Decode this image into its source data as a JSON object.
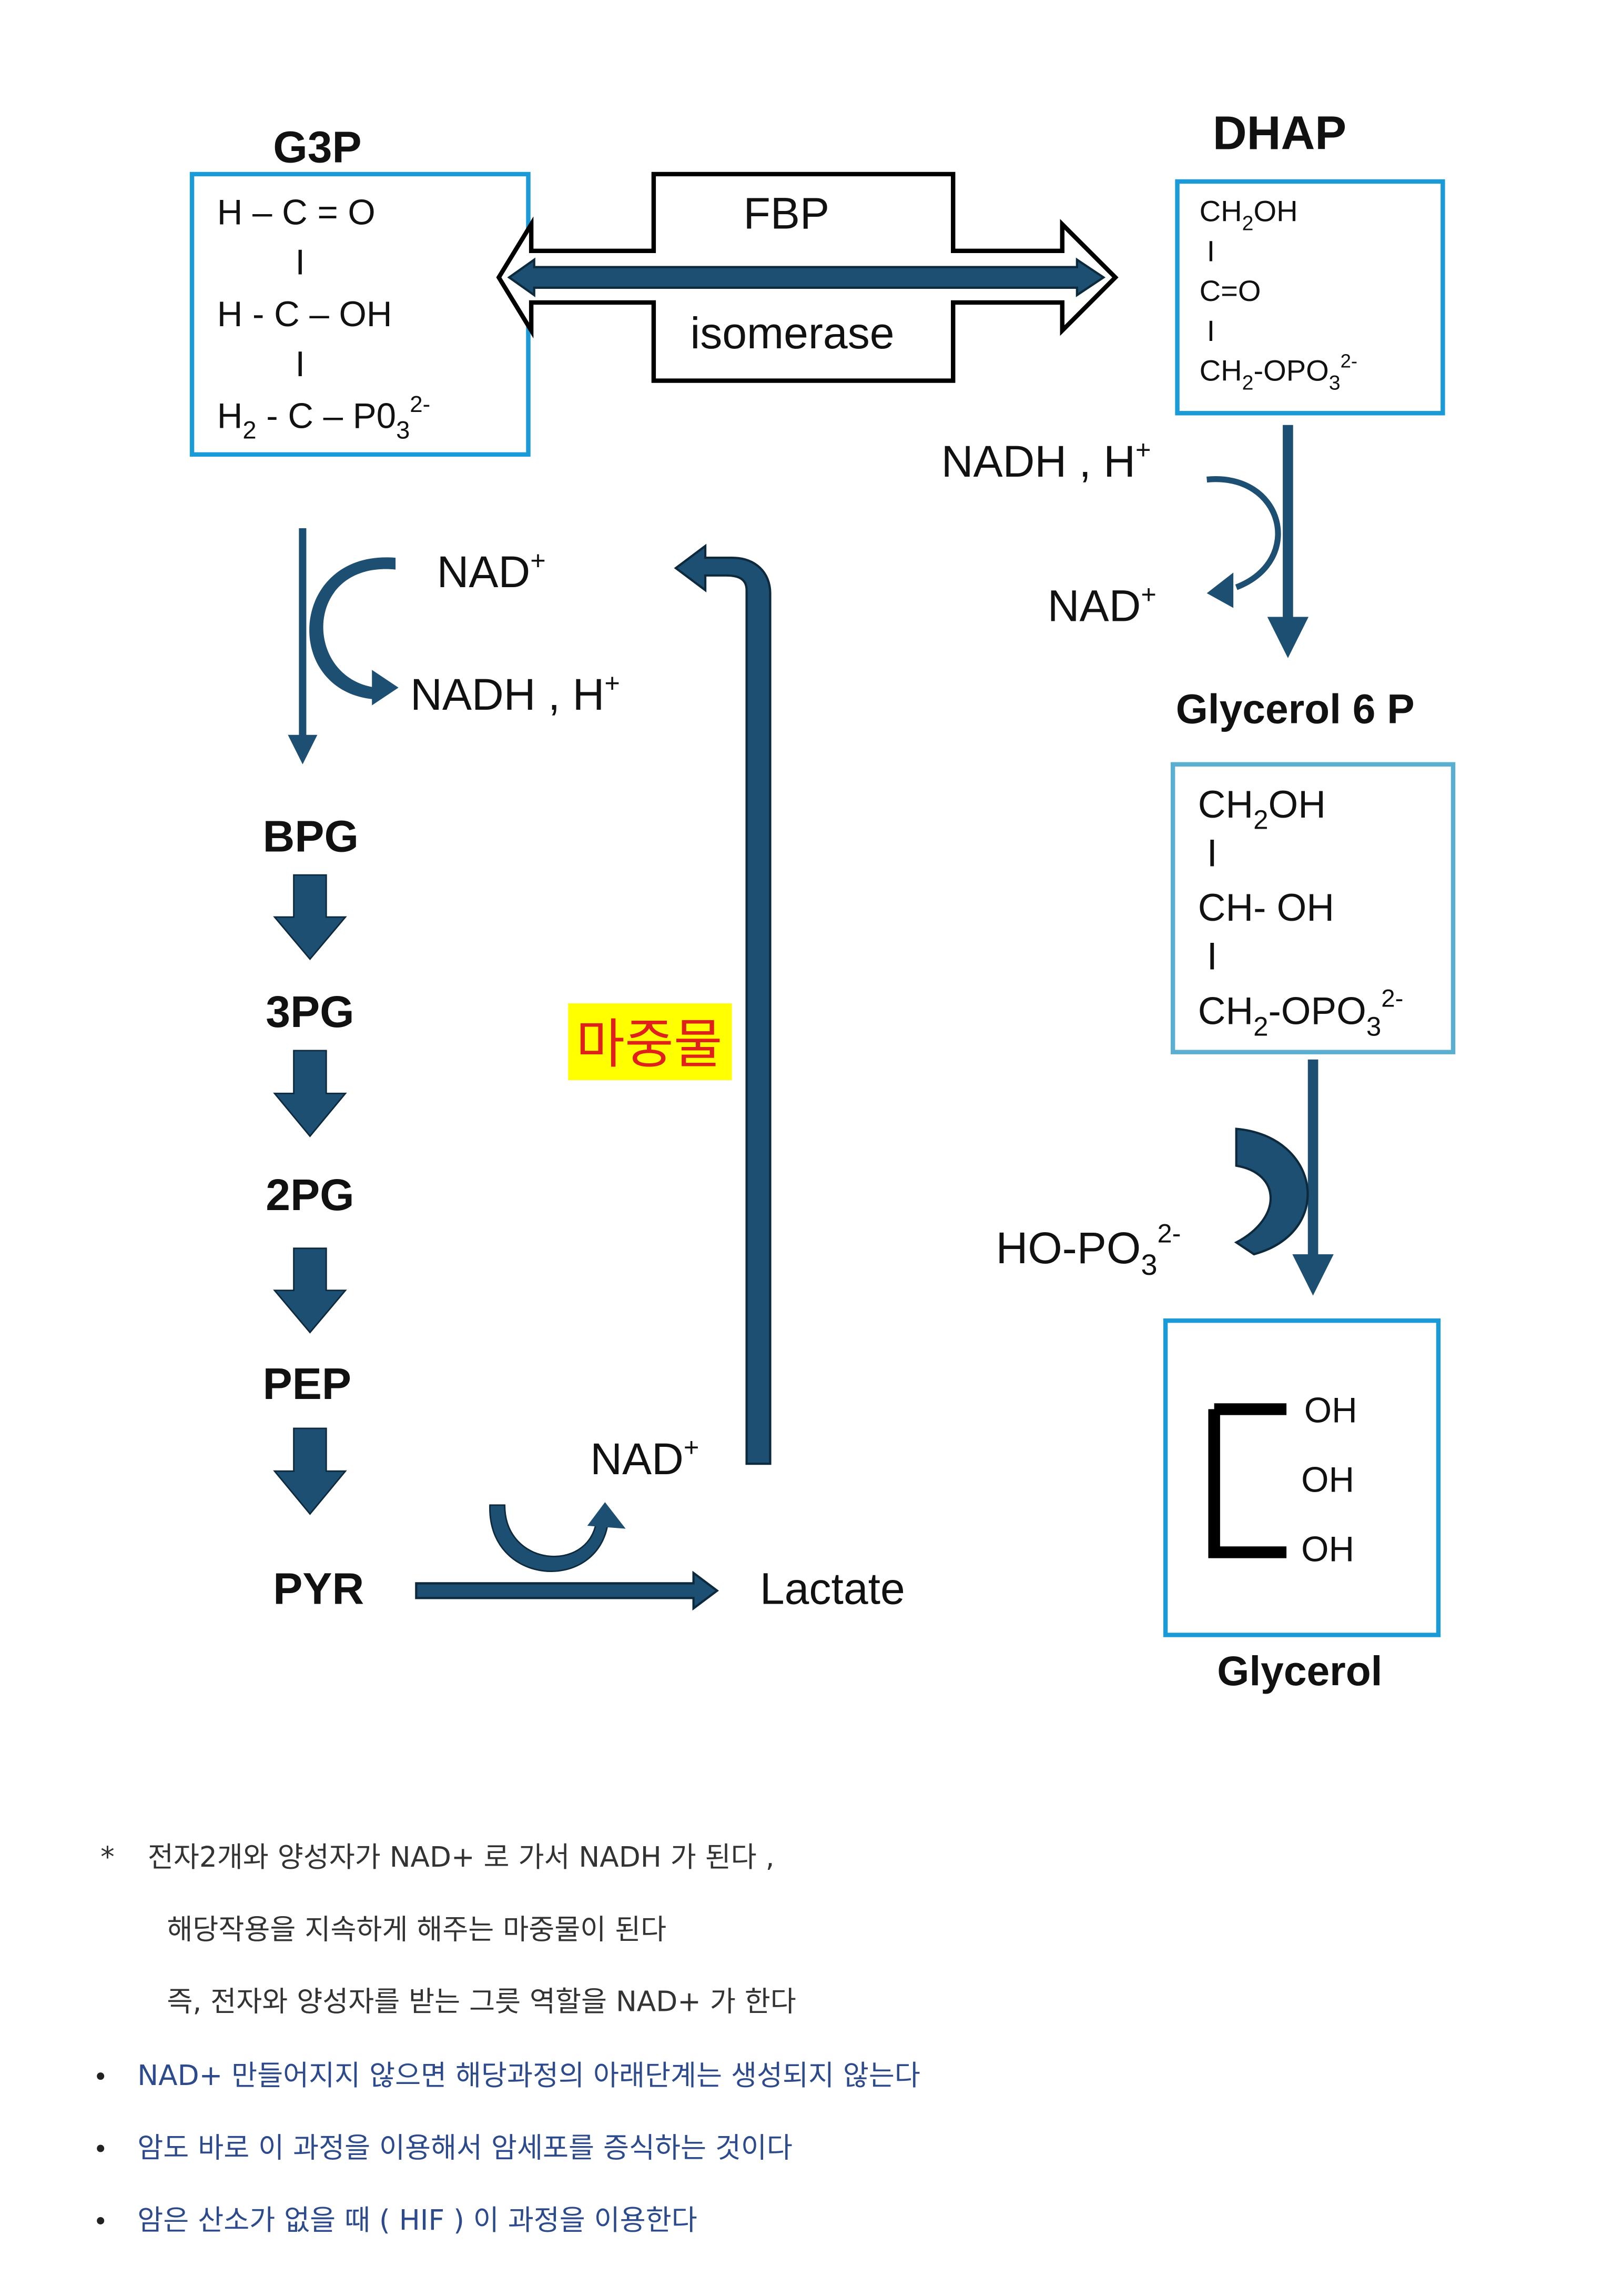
{
  "colors": {
    "arrow": "#1c4f72",
    "box_border": "#1a9ad6",
    "box_border_light": "#5aaed0",
    "highlight_bg": "#ffff00",
    "highlight_text": "#e0201b",
    "bullet_text": "#2c4a8c"
  },
  "g3p": {
    "label": "G3P",
    "lines": [
      [
        [
          "H – C = O",
          ""
        ]
      ],
      [
        [
          "I",
          ""
        ]
      ],
      [
        [
          "H  - C – OH",
          ""
        ]
      ],
      [
        [
          "I",
          ""
        ]
      ],
      [
        [
          "H",
          ""
        ],
        [
          "2",
          "sub"
        ],
        [
          " -  C –  P0",
          ""
        ],
        [
          "3",
          "sub"
        ],
        [
          "2-",
          "sup"
        ]
      ]
    ]
  },
  "enzyme": {
    "top": "FBP",
    "bottom": "isomerase"
  },
  "dhap": {
    "label": "DHAP",
    "lines": [
      [
        [
          "CH",
          ""
        ],
        [
          "2",
          "sub"
        ],
        [
          "OH",
          ""
        ]
      ],
      [
        [
          "I",
          ""
        ]
      ],
      [
        [
          "C=O",
          ""
        ]
      ],
      [
        [
          "I",
          ""
        ]
      ],
      [
        [
          "CH",
          ""
        ],
        [
          "2",
          "sub"
        ],
        [
          "-OPO",
          ""
        ],
        [
          "3",
          "sub"
        ],
        [
          "2-",
          "sup"
        ]
      ]
    ]
  },
  "dhap_step": {
    "in": "NADH , H",
    "in_sup": "+",
    "out": "NAD",
    "out_sup": "+"
  },
  "g6p": {
    "label": "Glycerol 6 P",
    "lines": [
      [
        [
          "CH",
          ""
        ],
        [
          "2",
          "sub"
        ],
        [
          "OH",
          ""
        ]
      ],
      [
        [
          "I",
          ""
        ]
      ],
      [
        [
          "CH- OH",
          ""
        ]
      ],
      [
        [
          "I",
          ""
        ]
      ],
      [
        [
          "CH",
          ""
        ],
        [
          "2",
          "sub"
        ],
        [
          "-OPO",
          ""
        ],
        [
          "3",
          "sub"
        ],
        [
          "2-",
          "sup"
        ]
      ]
    ]
  },
  "g6p_step": {
    "out": "HO-PO",
    "out_sub": "3",
    "out_sup": "2-"
  },
  "glycerol": {
    "label": "Glycerol",
    "oh": [
      "OH",
      "OH",
      "OH"
    ]
  },
  "g3p_step": {
    "in": "NAD",
    "in_sup": "+",
    "out": "NADH , H",
    "out_sup": "+"
  },
  "pathway": [
    "BPG",
    "3PG",
    "2PG",
    "PEP",
    "PYR"
  ],
  "pyr_step": {
    "nad": "NAD",
    "nad_sup": "+",
    "product": "Lactate"
  },
  "highlight": "마중물",
  "notes": {
    "star": "*",
    "star_lines": [
      "전자2개와 양성자가 NAD+ 로 가서 NADH 가 된다 ,",
      "해당작용을 지속하게 해주는 마중물이 된다",
      "즉, 전자와 양성자를 받는 그릇 역할을 NAD+ 가 한다"
    ],
    "bullets": [
      "NAD+ 만들어지지 않으면 해당과정의 아래단계는 생성되지 않는다",
      "암도 바로 이 과정을 이용해서 암세포를 증식하는 것이다",
      "암은 산소가 없을 때 ( HIF )  이 과정을 이용한다"
    ]
  }
}
